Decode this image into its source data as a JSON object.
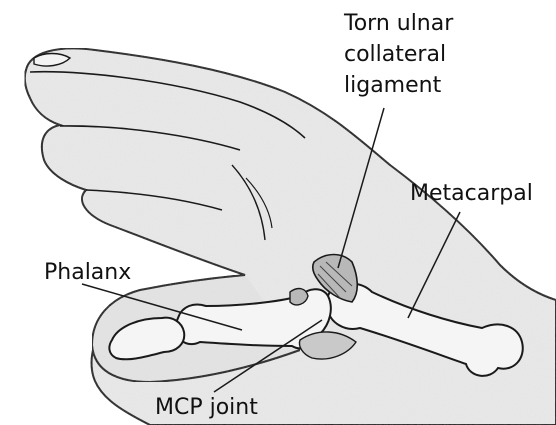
{
  "labels": {
    "ligament": [
      "Torn ulnar",
      "collateral",
      "ligament"
    ],
    "metacarpal": "Metacarpal",
    "phalanx": "Phalanx",
    "mcp_joint": "MCP joint"
  },
  "colors": {
    "outline": "#1a1a1a",
    "skin": "#e9e9e9",
    "bone": "#f5f5f5",
    "ligament": "#b8b8b8",
    "shadow": "#c9c9c9"
  }
}
